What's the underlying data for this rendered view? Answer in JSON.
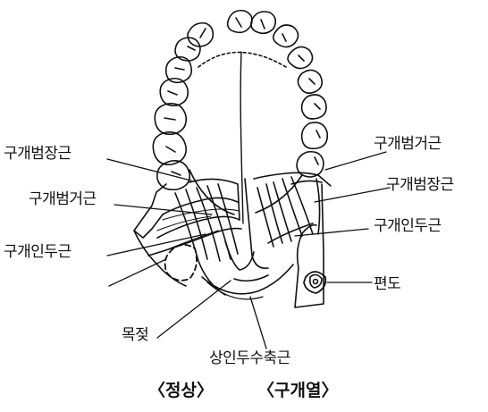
{
  "labels": {
    "left_top": "구개범장근",
    "left_mid": "구개범거근",
    "left_low": "구개인두근",
    "uvula": "목젖",
    "constrictor": "상인두수축근",
    "right_top": "구개범거근",
    "right_mid": "구개범장근",
    "right_low": "구개인두근",
    "tonsil": "편도"
  },
  "captions": {
    "normal": "〈정상〉",
    "cleft": "〈구개열〉"
  },
  "colors": {
    "ink": "#111111",
    "background": "#ffffff"
  }
}
